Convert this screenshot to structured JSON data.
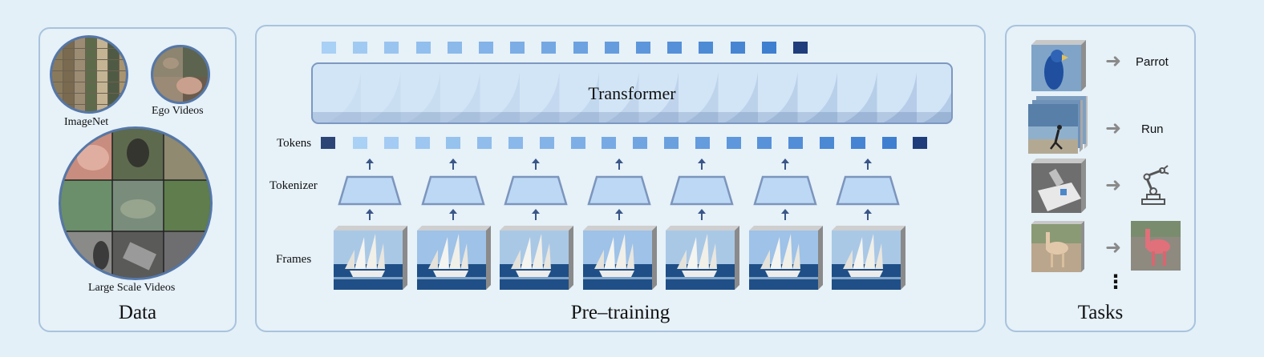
{
  "data_panel": {
    "title": "Data",
    "imagenet_label": "ImageNet",
    "ego_label": "Ego Videos",
    "large_label": "Large Scale Videos"
  },
  "pretraining_panel": {
    "title": "Pre–training",
    "transformer_label": "Transformer",
    "tokens_label": "Tokens",
    "tokenizer_label": "Tokenizer",
    "frames_label": "Frames"
  },
  "tasks_panel": {
    "title": "Tasks",
    "task_labels": [
      "Parrot",
      "Run"
    ],
    "ellipsis": "⋮"
  },
  "colors": {
    "background": "#e3f0f7",
    "panel_border": "#a9c3de",
    "token_light": "#a9d0f5",
    "token_dark": "#1f3d7a",
    "tokenizer_fill": "#bcd8f4",
    "tokenizer_stroke": "#7c95bd"
  }
}
